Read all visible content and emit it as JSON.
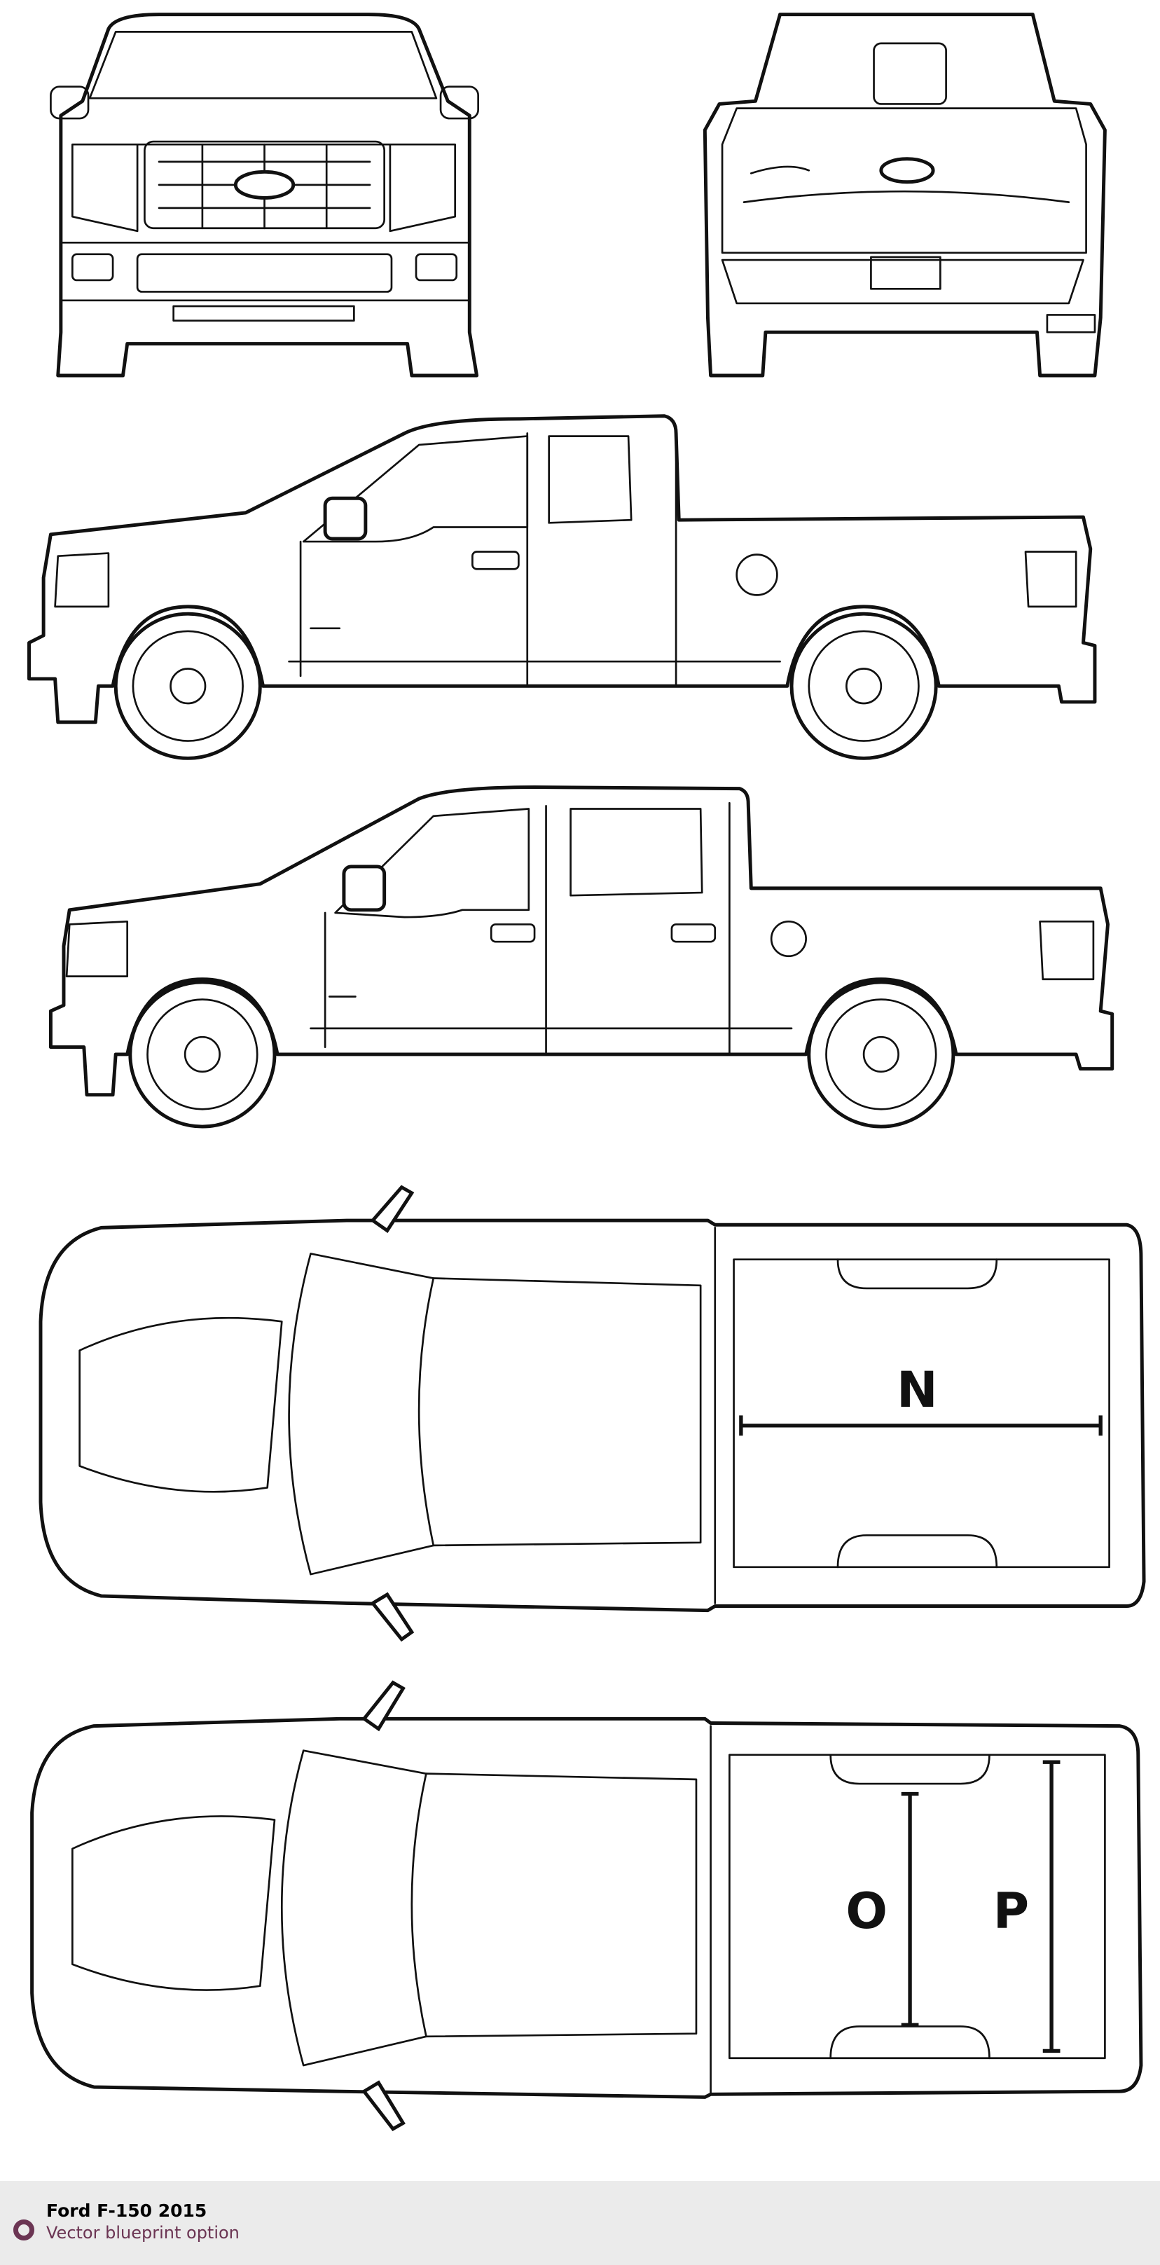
{
  "blueprint": {
    "views": [
      "front-view",
      "rear-view",
      "side-view-supercab",
      "side-view-supercrew",
      "top-view-supercab",
      "top-view-supercrew"
    ],
    "dimension_labels": {
      "bed_length": "N",
      "inner_width": "O",
      "outer_width": "P"
    }
  },
  "footer": {
    "title": "Ford F-150 2015",
    "subtitle": "Vector blueprint option",
    "accent_color": "#6b3553"
  }
}
